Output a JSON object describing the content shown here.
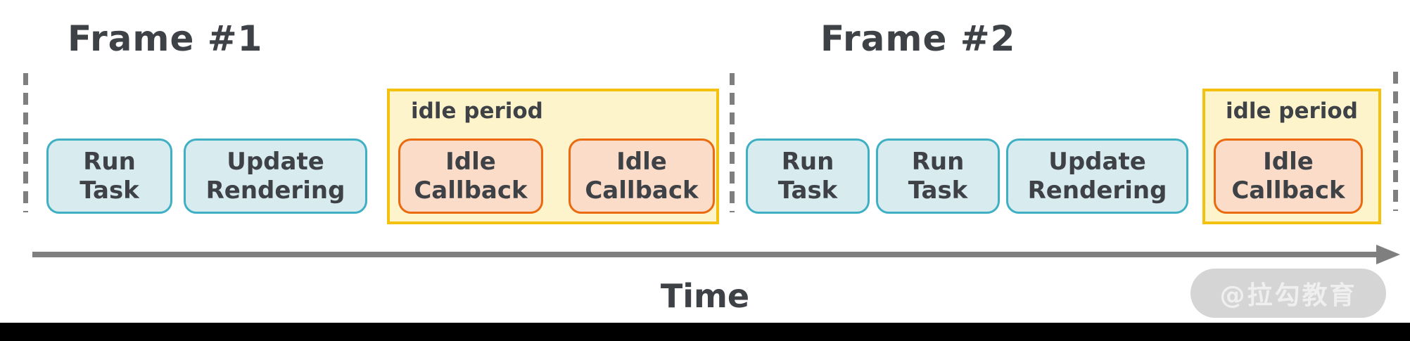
{
  "diagram": {
    "frames": [
      {
        "title": "Frame #1",
        "tasks": [
          {
            "label": "Run\nTask"
          },
          {
            "label": "Update\nRendering"
          }
        ],
        "idle": {
          "label": "idle period",
          "callbacks": [
            {
              "label": "Idle\nCallback"
            },
            {
              "label": "Idle\nCallback"
            }
          ]
        }
      },
      {
        "title": "Frame #2",
        "tasks": [
          {
            "label": "Run\nTask"
          },
          {
            "label": "Run\nTask"
          },
          {
            "label": "Update\nRendering"
          }
        ],
        "idle": {
          "label": "idle period",
          "callbacks": [
            {
              "label": "Idle\nCallback"
            }
          ]
        }
      }
    ],
    "axis": {
      "label": "Time"
    },
    "watermark": {
      "text": "@拉勾教育"
    },
    "colors": {
      "task_fill": "#d8ecf0",
      "task_border": "#3fb0c4",
      "idle_fill": "#fdf4cb",
      "idle_border": "#f4c10f",
      "callback_fill": "#fbdcc8",
      "callback_border": "#eb690f",
      "text": "#3e4247",
      "axis_gray": "#7f7f7f",
      "watermark_bg": "#d5d5d5",
      "watermark_text": "#efefef",
      "bottom_bar": "#000000"
    }
  }
}
